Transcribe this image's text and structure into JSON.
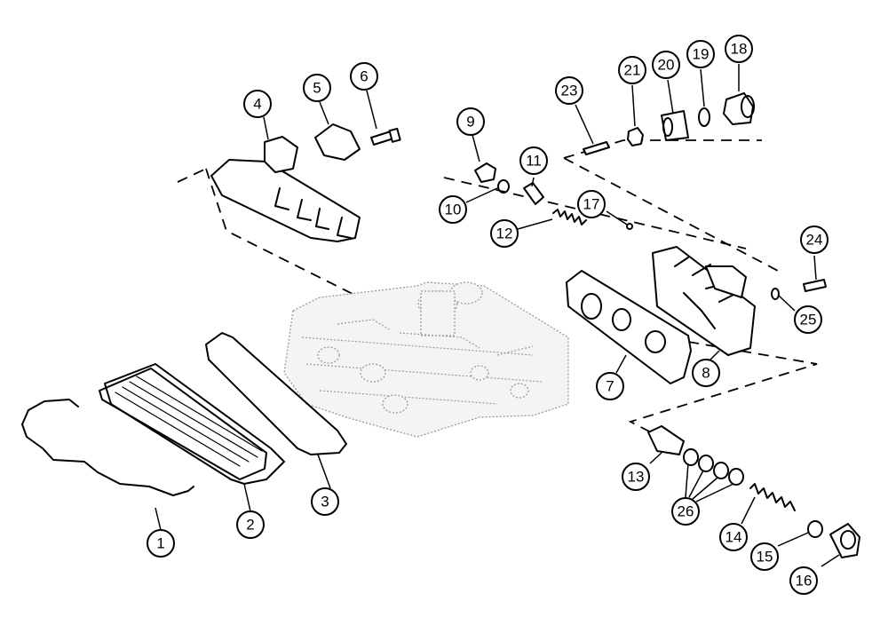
{
  "callouts": [
    {
      "id": "1",
      "label": "1"
    },
    {
      "id": "2",
      "label": "2"
    },
    {
      "id": "3",
      "label": "3"
    },
    {
      "id": "4",
      "label": "4"
    },
    {
      "id": "5",
      "label": "5"
    },
    {
      "id": "6",
      "label": "6"
    },
    {
      "id": "7",
      "label": "7"
    },
    {
      "id": "8",
      "label": "8"
    },
    {
      "id": "9",
      "label": "9"
    },
    {
      "id": "10",
      "label": "10"
    },
    {
      "id": "11",
      "label": "11"
    },
    {
      "id": "12",
      "label": "12"
    },
    {
      "id": "13",
      "label": "13"
    },
    {
      "id": "14",
      "label": "14"
    },
    {
      "id": "15",
      "label": "15"
    },
    {
      "id": "16",
      "label": "16"
    },
    {
      "id": "17",
      "label": "17"
    },
    {
      "id": "18",
      "label": "18"
    },
    {
      "id": "19",
      "label": "19"
    },
    {
      "id": "20",
      "label": "20"
    },
    {
      "id": "21",
      "label": "21"
    },
    {
      "id": "23",
      "label": "23"
    },
    {
      "id": "24",
      "label": "24"
    },
    {
      "id": "25",
      "label": "25"
    },
    {
      "id": "26",
      "label": "26"
    }
  ]
}
